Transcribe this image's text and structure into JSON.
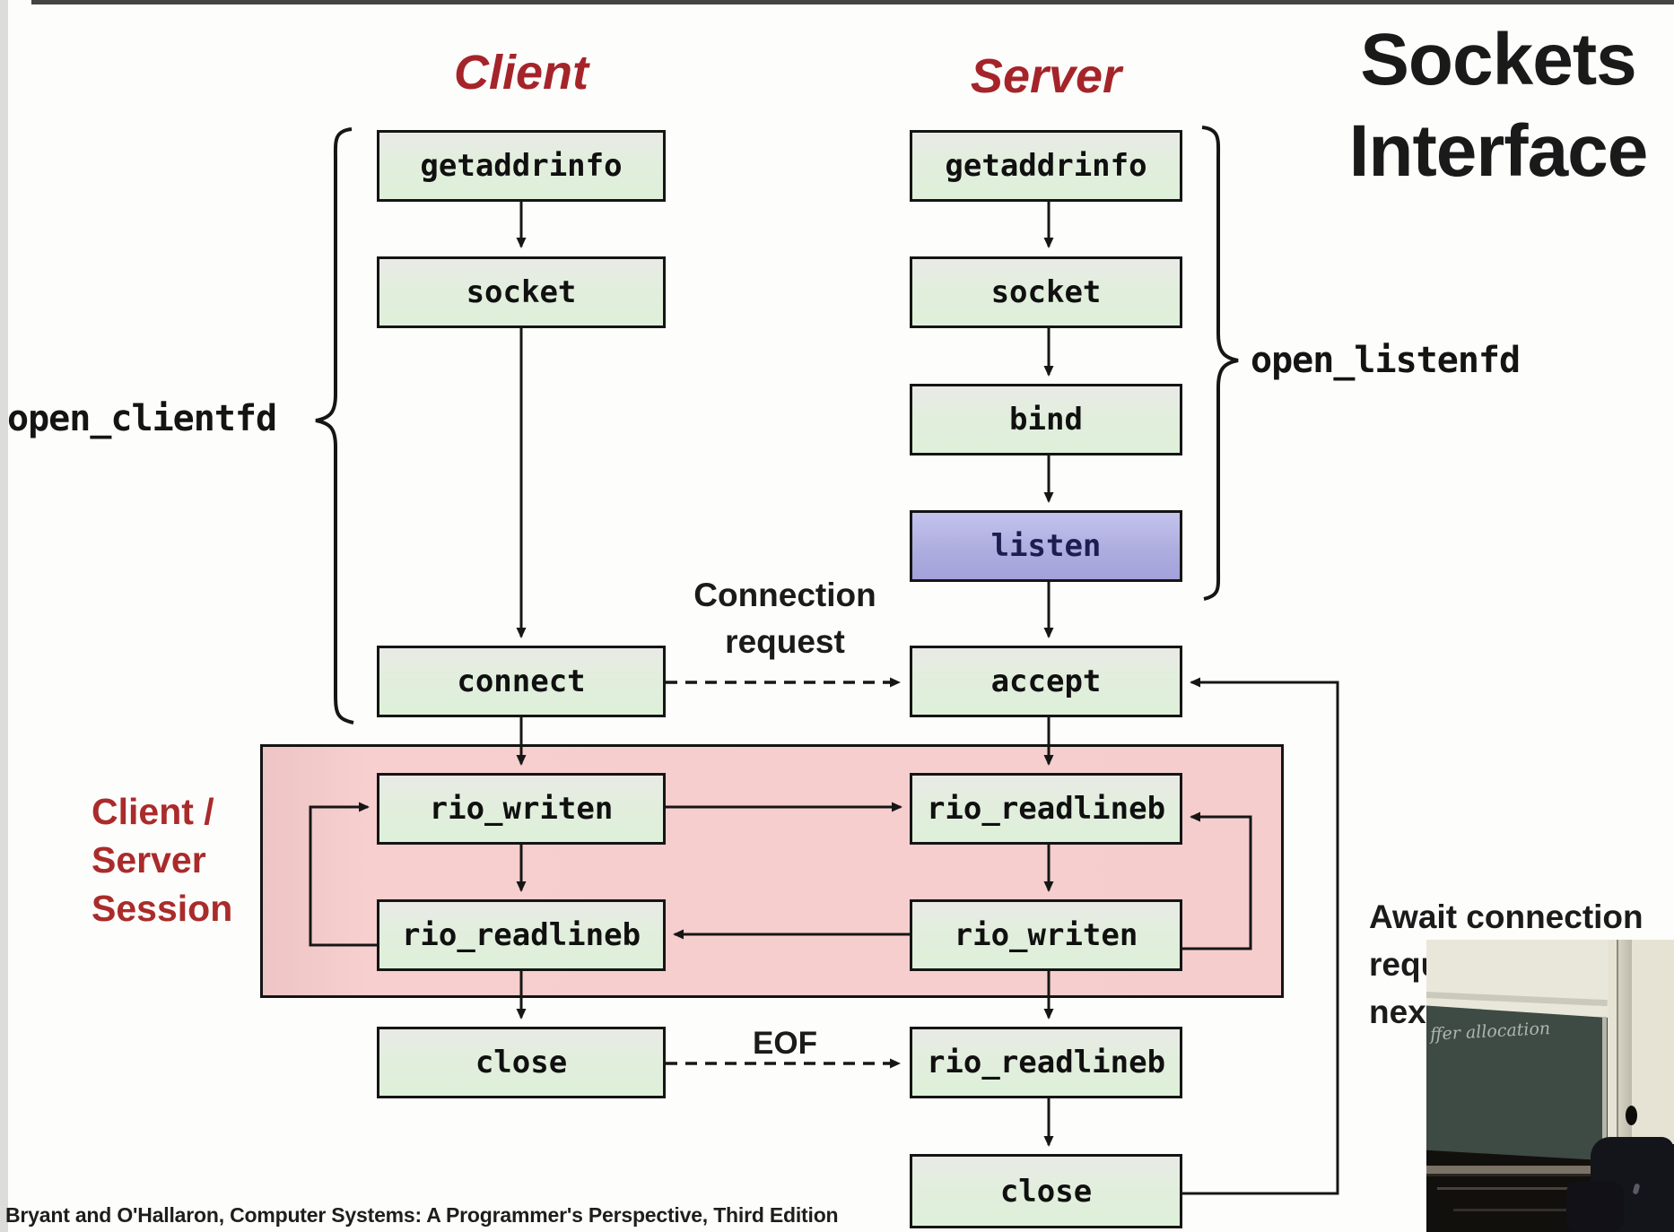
{
  "slide": {
    "title_lines": [
      "Sockets",
      "Interface"
    ],
    "columns": {
      "client": "Client",
      "server": "Server"
    },
    "client_flow": [
      "getaddrinfo",
      "socket",
      "connect",
      "rio_writen",
      "rio_readlineb",
      "close"
    ],
    "server_flow": [
      "getaddrinfo",
      "socket",
      "bind",
      "listen",
      "accept",
      "rio_readlineb",
      "rio_writen",
      "rio_readlineb",
      "close"
    ],
    "braces": {
      "client": "open_clientfd",
      "server": "open_listenfd"
    },
    "annotations": {
      "connection_request": [
        "Connection",
        "request"
      ],
      "eof": "EOF",
      "session": [
        "Client /",
        "Server",
        "Session"
      ],
      "await": [
        "Await connection",
        "requ",
        "nex"
      ]
    },
    "footer": "Bryant and O'Hallaron, Computer Systems: A Programmer's Perspective, Third Edition",
    "colors": {
      "accent_red": "#a5242a",
      "box_green": "#e2eedd",
      "listen_purple": "#aeaddf",
      "session_pink": "#f6cdcd",
      "line_black": "#161616"
    }
  },
  "video_overlay": {
    "chalk_text": "ffer allocation"
  }
}
